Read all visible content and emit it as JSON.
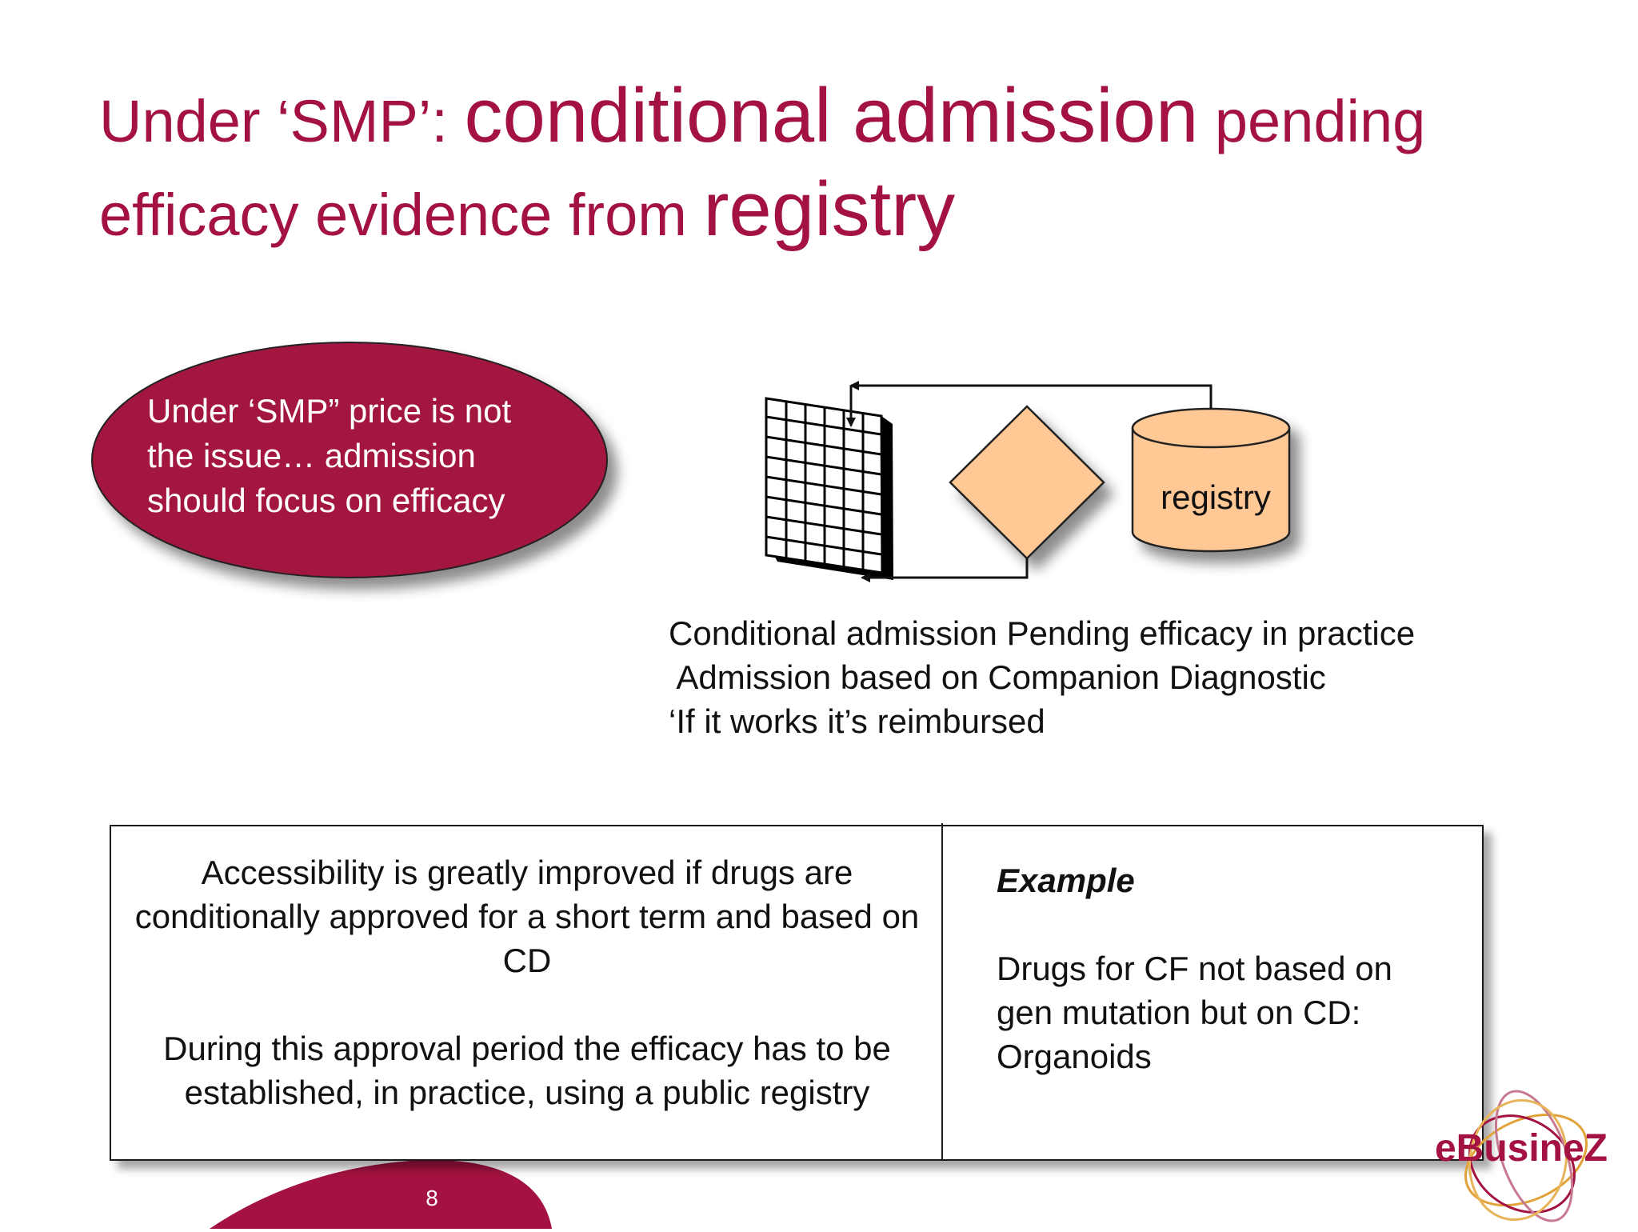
{
  "slide": {
    "title": {
      "part1": "Under ‘SMP’: ",
      "part2": "conditional admission",
      "part3": " pending efficacy evidence from ",
      "part4": "registry"
    },
    "ellipse_lines": [
      "Under ‘SMP” price is not",
      "the issue… admission",
      "should focus on efficacy"
    ],
    "diagram": {
      "registry_label": "registry"
    },
    "description_lines": [
      "Conditional admission Pending efficacy in practice",
      " Admission based on Companion Diagnostic",
      "‘If it works it’s reimbursed"
    ],
    "table": {
      "left_paragraphs": [
        "Accessibility is greatly improved if drugs are conditionally approved for a short term and based on CD",
        "During this approval period the efficacy has to be established, in practice, using a public registry"
      ],
      "right_heading": "Example",
      "right_lines": [
        "Drugs for CF not based on",
        "gen mutation but on CD:",
        "Organoids"
      ]
    },
    "logo_text": "eBusineZ",
    "page_number": "8"
  },
  "colors": {
    "accent": "#a31240",
    "diamond_fill": "#ffc895",
    "text": "#111111",
    "background": "#ffffff"
  }
}
